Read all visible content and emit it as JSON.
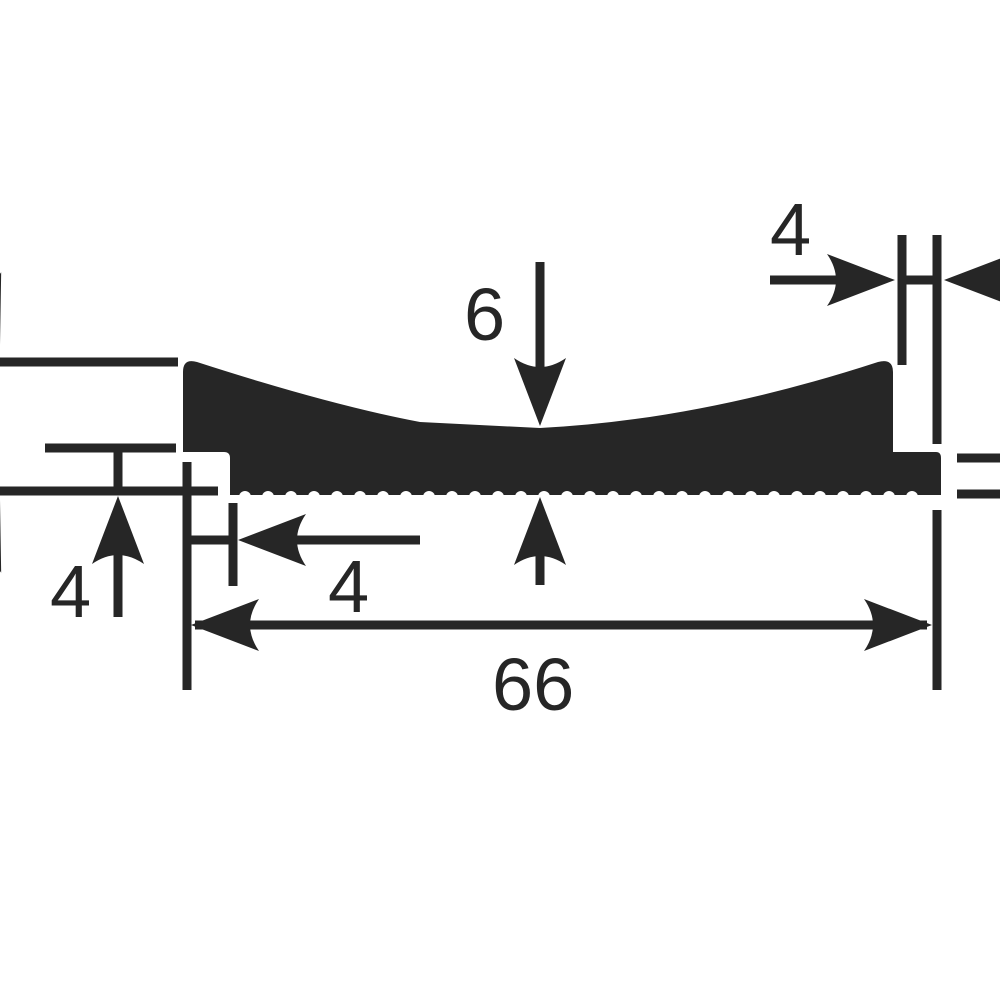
{
  "drawing": {
    "dimensions": {
      "left_thickness": "4",
      "left_step": "4",
      "center_depth": "6",
      "right_step": "4",
      "overall_width": "66"
    },
    "colors": {
      "ink": "#262626",
      "background": "#ffffff"
    }
  }
}
